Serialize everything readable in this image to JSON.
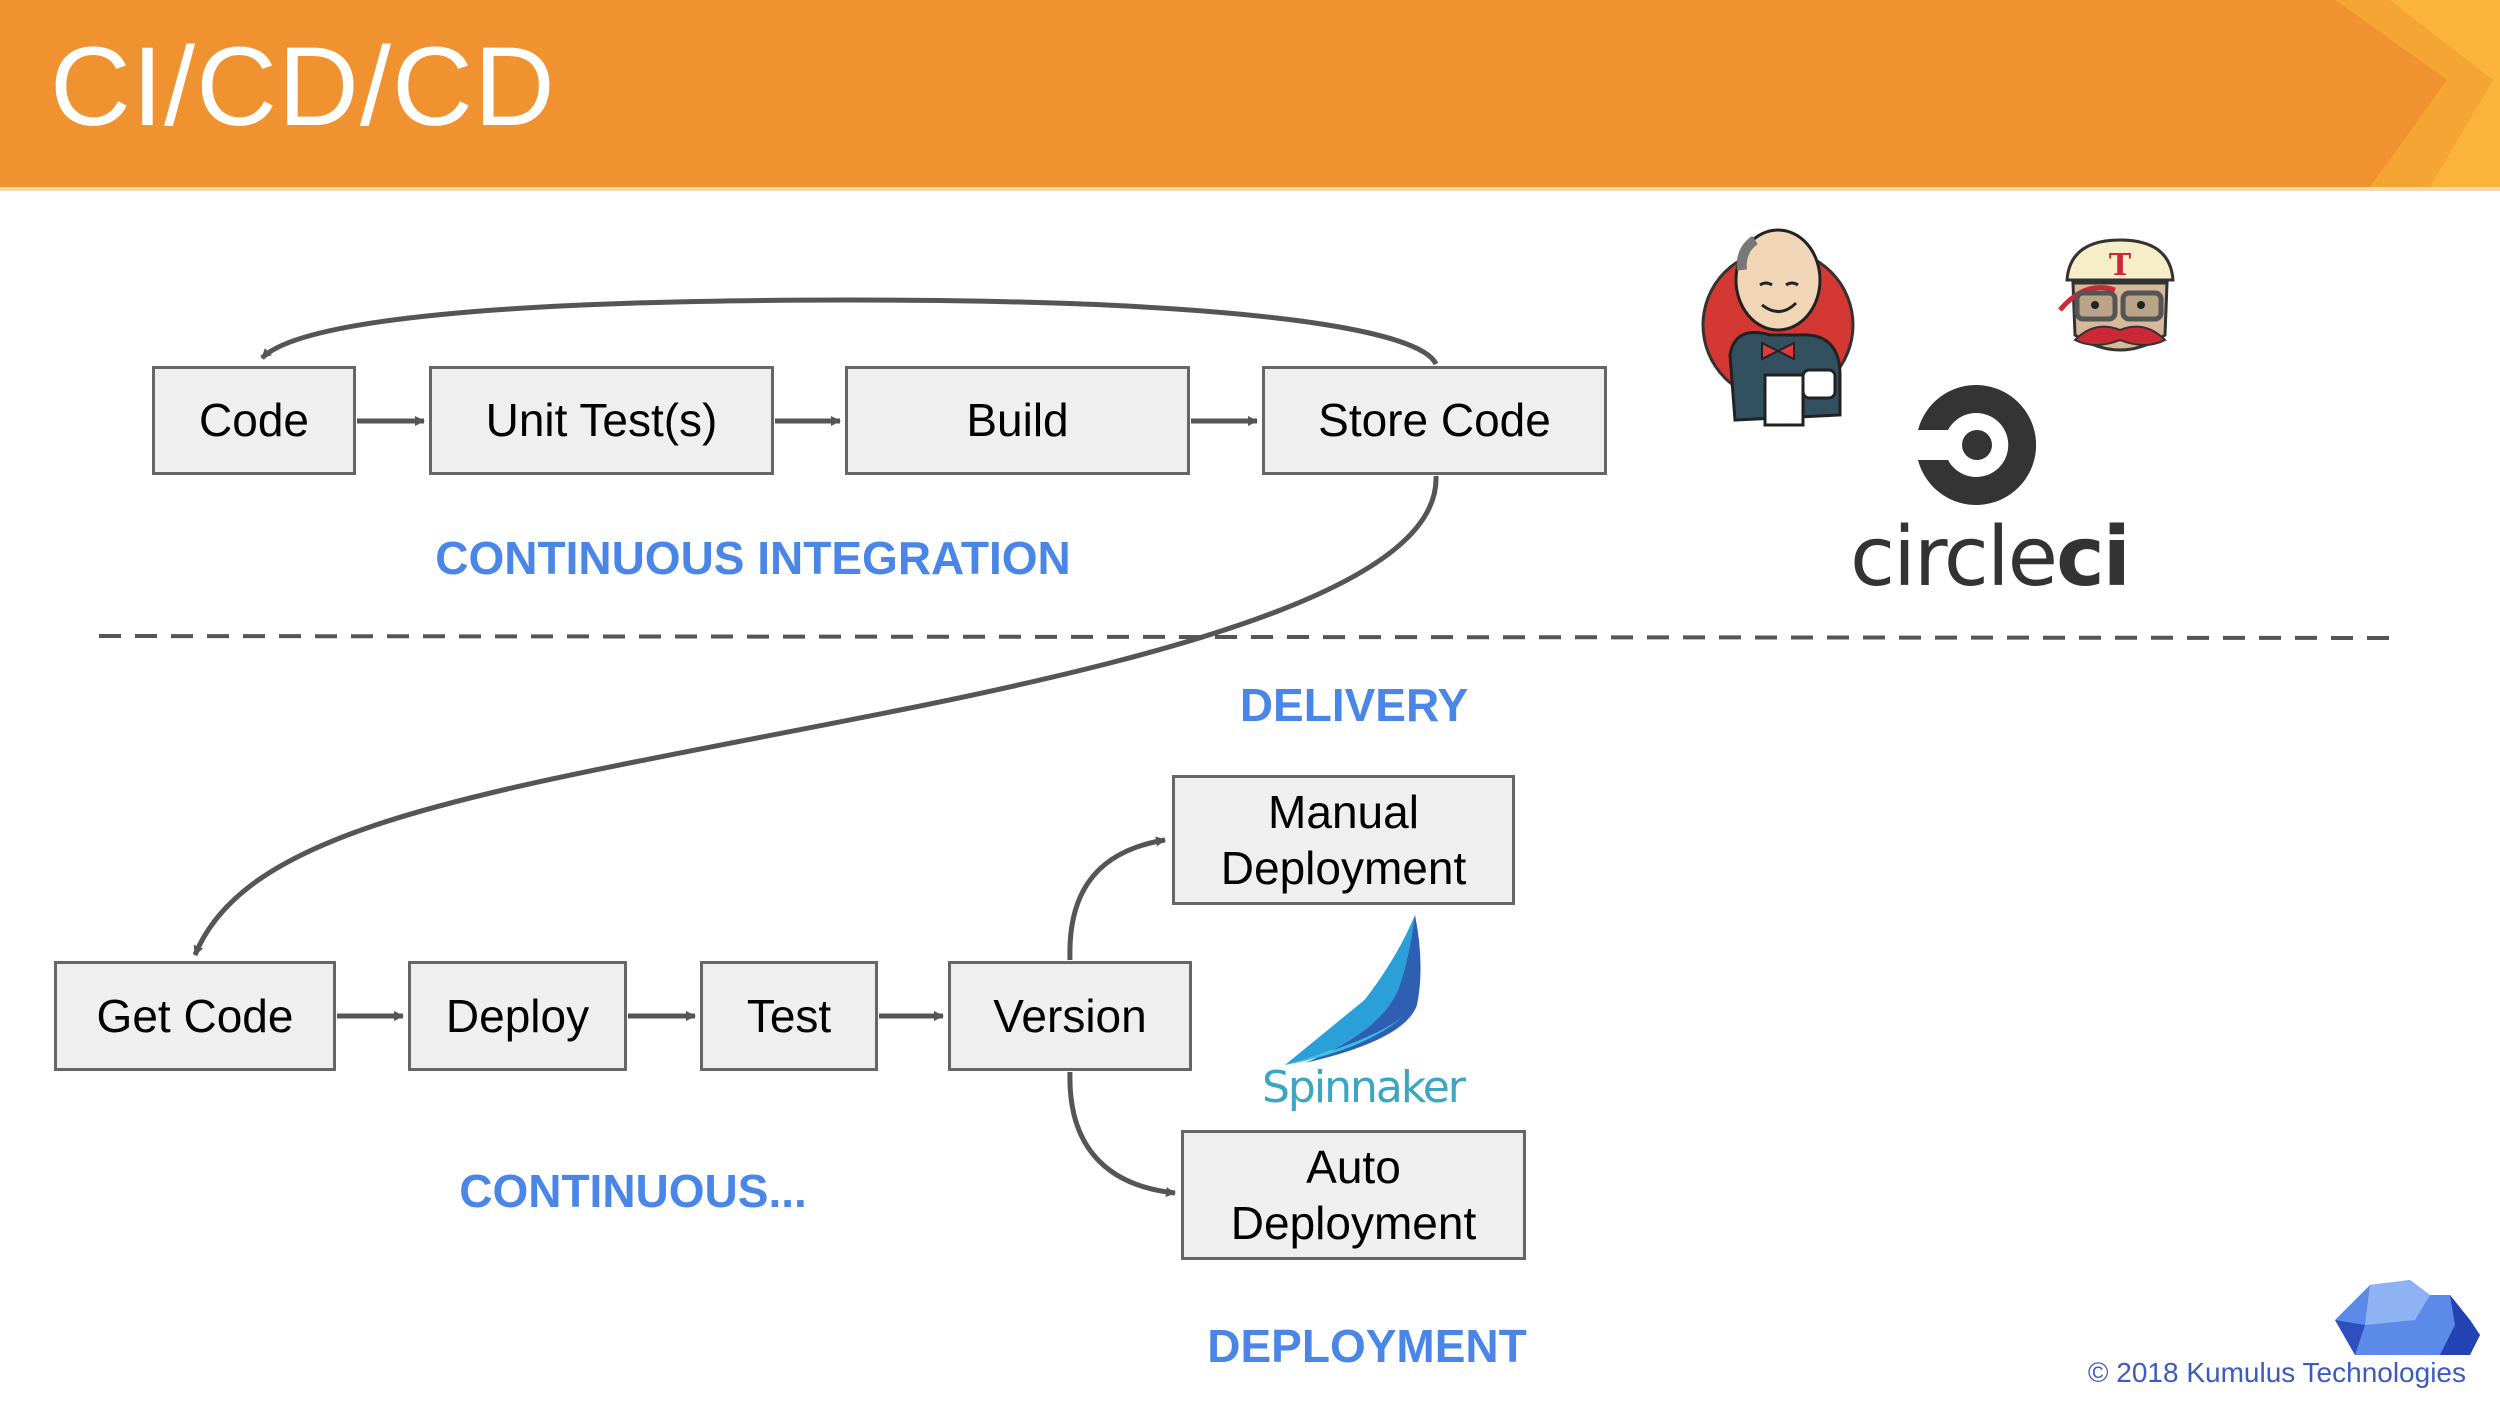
{
  "slide": {
    "title": "CI/CD/CD",
    "footer": "© 2018 Kumulus Technologies",
    "colors": {
      "header": "#f0922f",
      "label_blue": "#4a86e8",
      "box_fill": "#efefef",
      "box_border": "#666666",
      "arrow": "#555555"
    }
  },
  "ci": {
    "steps": [
      "Code",
      "Unit Test(s)",
      "Build",
      "Store Code"
    ],
    "label": "CONTINUOUS INTEGRATION"
  },
  "cd": {
    "steps": [
      "Get Code",
      "Deploy",
      "Test",
      "Version"
    ],
    "branches": [
      "Manual\nDeployment",
      "Auto\nDeployment"
    ],
    "label_continuous": "CONTINUOUS...",
    "label_delivery": "DELIVERY",
    "label_deployment": "DEPLOYMENT"
  },
  "logos": {
    "jenkins": "jenkins-logo",
    "travis": "travis-ci-logo",
    "circleci_light": "circle",
    "circleci_bold": "ci",
    "spinnaker": "Spinnaker",
    "kumulus": "kumulus-cloud-logo"
  }
}
